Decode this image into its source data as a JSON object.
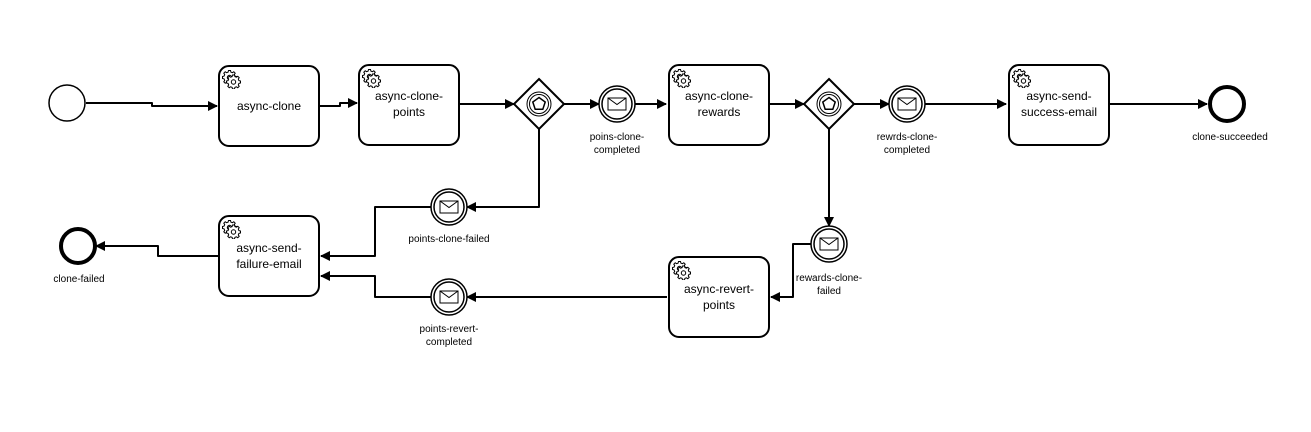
{
  "diagram": {
    "start_event": {
      "name": ""
    },
    "tasks": [
      {
        "id": "t_clone",
        "lines": [
          "async-clone"
        ],
        "icon": "gear-icon"
      },
      {
        "id": "t_points",
        "lines": [
          "async-clone-",
          "points"
        ],
        "icon": "gear-icon"
      },
      {
        "id": "t_rewards",
        "lines": [
          "async-clone-",
          "rewards"
        ],
        "icon": "gear-icon"
      },
      {
        "id": "t_success",
        "lines": [
          "async-send-",
          "success-email"
        ],
        "icon": "gear-icon"
      },
      {
        "id": "t_failure",
        "lines": [
          "async-send-",
          "failure-email"
        ],
        "icon": "gear-icon"
      },
      {
        "id": "t_revert",
        "lines": [
          "async-revert-",
          "points"
        ],
        "icon": "gear-icon"
      }
    ],
    "gateways": [
      {
        "id": "g1",
        "type": "event-based",
        "icon": "pentagon-icon"
      },
      {
        "id": "g2",
        "type": "event-based",
        "icon": "pentagon-icon"
      }
    ],
    "message_events": [
      {
        "id": "m_poins_completed",
        "lines": [
          "poins-clone-",
          "completed"
        ],
        "icon": "envelope-icon"
      },
      {
        "id": "m_rewrds_completed",
        "lines": [
          "rewrds-clone-",
          "completed"
        ],
        "icon": "envelope-icon"
      },
      {
        "id": "m_points_failed",
        "lines": [
          "points-clone-failed"
        ],
        "icon": "envelope-icon"
      },
      {
        "id": "m_rewards_failed",
        "lines": [
          "rewards-clone-",
          "failed"
        ],
        "icon": "envelope-icon"
      },
      {
        "id": "m_revert_completed",
        "lines": [
          "points-revert-",
          "completed"
        ],
        "icon": "envelope-icon"
      }
    ],
    "end_events": [
      {
        "id": "e_succeeded",
        "label": "clone-succeeded"
      },
      {
        "id": "e_failed",
        "label": "clone-failed"
      }
    ],
    "colors": {
      "stroke": "#000000",
      "fill": "#ffffff",
      "background": "#ffffff"
    }
  }
}
